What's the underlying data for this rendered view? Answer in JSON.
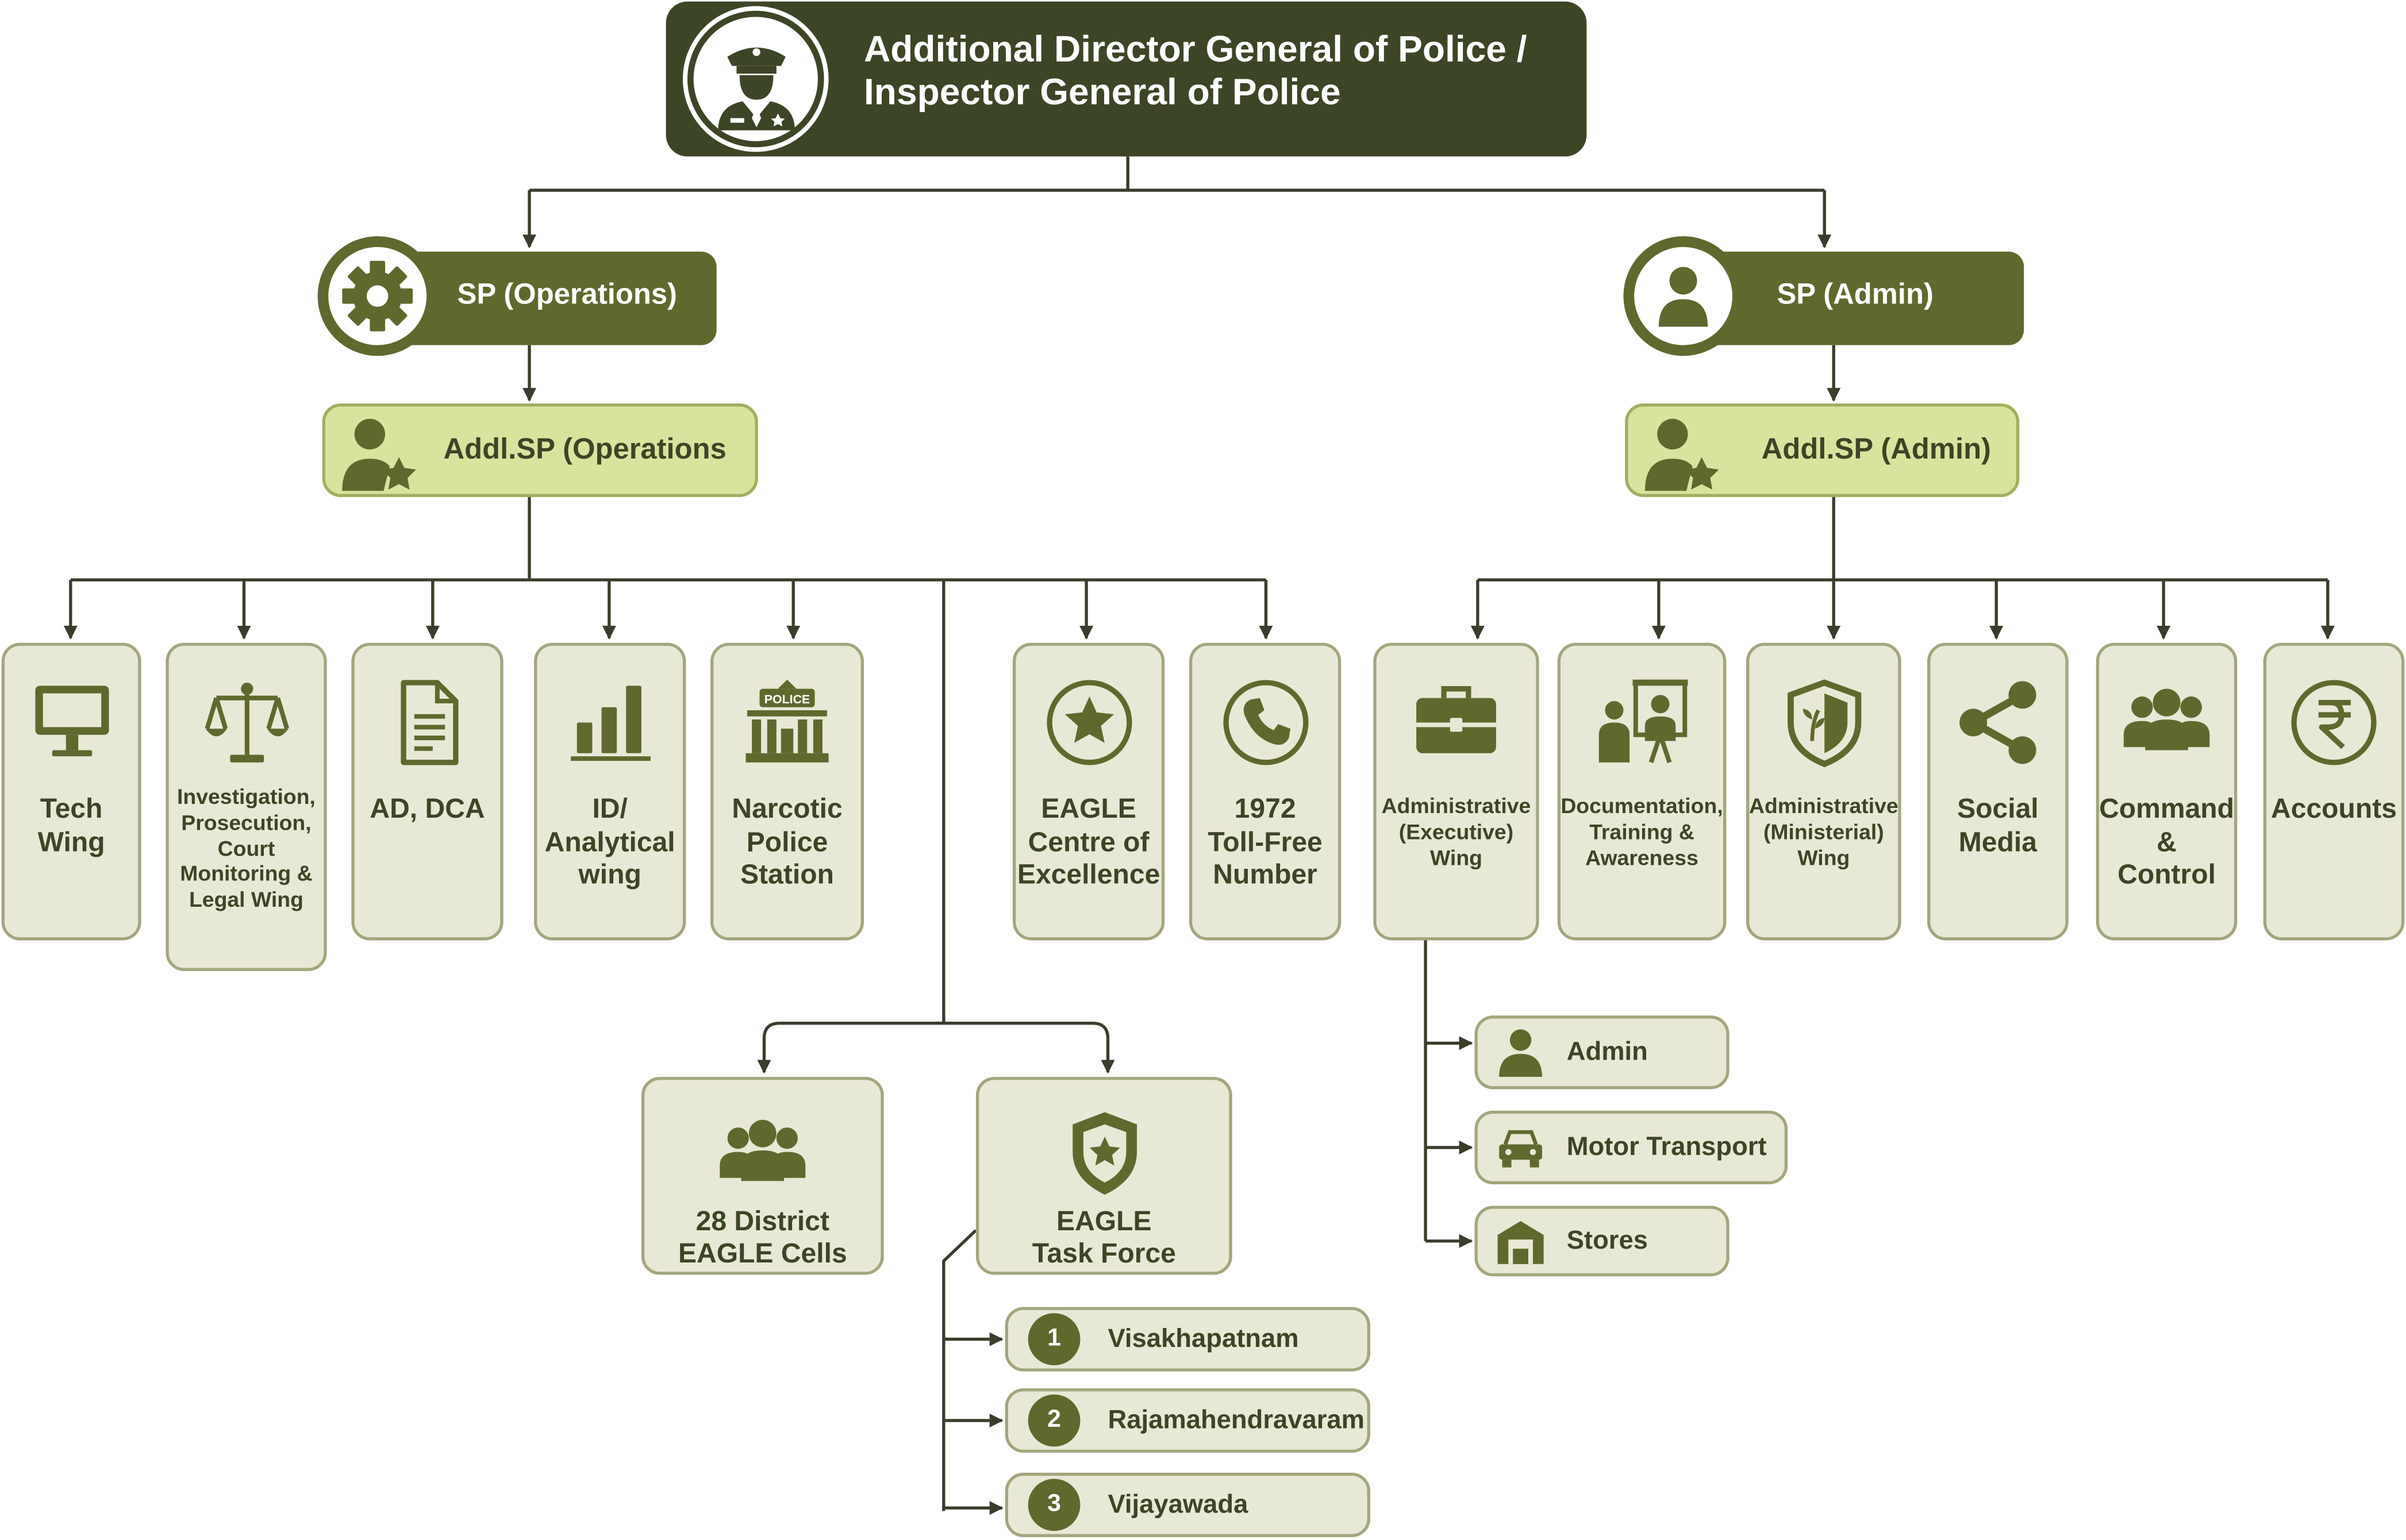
{
  "top": {
    "title": "Additional Director General of Police /\nInspector General of Police",
    "icon": "police-officer-icon"
  },
  "sp_operations": {
    "label": "SP (Operations)",
    "icon": "gear-icon"
  },
  "sp_admin": {
    "label": "SP (Admin)",
    "icon": "user-icon"
  },
  "addl_sp_operations": {
    "label": "Addl.SP (Operations",
    "icon": "user-star-icon"
  },
  "addl_sp_admin": {
    "label": "Addl.SP (Admin)",
    "icon": "user-star-icon"
  },
  "operations_wings": [
    {
      "label": "Tech\nWing",
      "icon": "monitor-icon"
    },
    {
      "label": "Investigation,\nProsecution,\nCourt\nMonitoring &\nLegal Wing",
      "icon": "scales-icon"
    },
    {
      "label": "AD, DCA",
      "icon": "document-icon"
    },
    {
      "label": "ID/\nAnalytical\nwing",
      "icon": "bar-chart-icon"
    },
    {
      "label": "Narcotic\nPolice\nStation",
      "icon": "police-station-icon",
      "icon_text": "POLICE"
    },
    {
      "label": "EAGLE\nCentre of\nExcellence",
      "icon": "star-circle-icon"
    },
    {
      "label": "1972\nToll-Free\nNumber",
      "icon": "phone-icon"
    }
  ],
  "admin_wings": [
    {
      "label": "Administrative\n(Executive)\nWing",
      "icon": "briefcase-icon"
    },
    {
      "label": "Documentation,\nTraining &\nAwareness",
      "icon": "presentation-icon"
    },
    {
      "label": "Administrative\n(Ministerial)\nWing",
      "icon": "shield-icon"
    },
    {
      "label": "Social\nMedia",
      "icon": "share-icon"
    },
    {
      "label": "Command\n&\nControl",
      "icon": "group-icon"
    },
    {
      "label": "Accounts",
      "icon": "rupee-icon"
    }
  ],
  "eagle_units": [
    {
      "label": "28 District\nEAGLE Cells",
      "icon": "group-icon"
    },
    {
      "label": "EAGLE\nTask Force",
      "icon": "shield-star-icon"
    }
  ],
  "task_force_cities": [
    {
      "number": "1",
      "label": "Visakhapatnam"
    },
    {
      "number": "2",
      "label": "Rajamahendravaram"
    },
    {
      "number": "3",
      "label": "Vijayawada"
    }
  ],
  "executive_sub_units": [
    {
      "label": "Admin",
      "icon": "user-icon"
    },
    {
      "label": "Motor Transport",
      "icon": "car-icon"
    },
    {
      "label": "Stores",
      "icon": "warehouse-icon"
    }
  ],
  "colors": {
    "dark": "#3d4527",
    "mid": "#5f692e",
    "light_fill": "#e8e8d6",
    "lime_fill": "#d8e39e",
    "line": "#3a3d2c"
  }
}
